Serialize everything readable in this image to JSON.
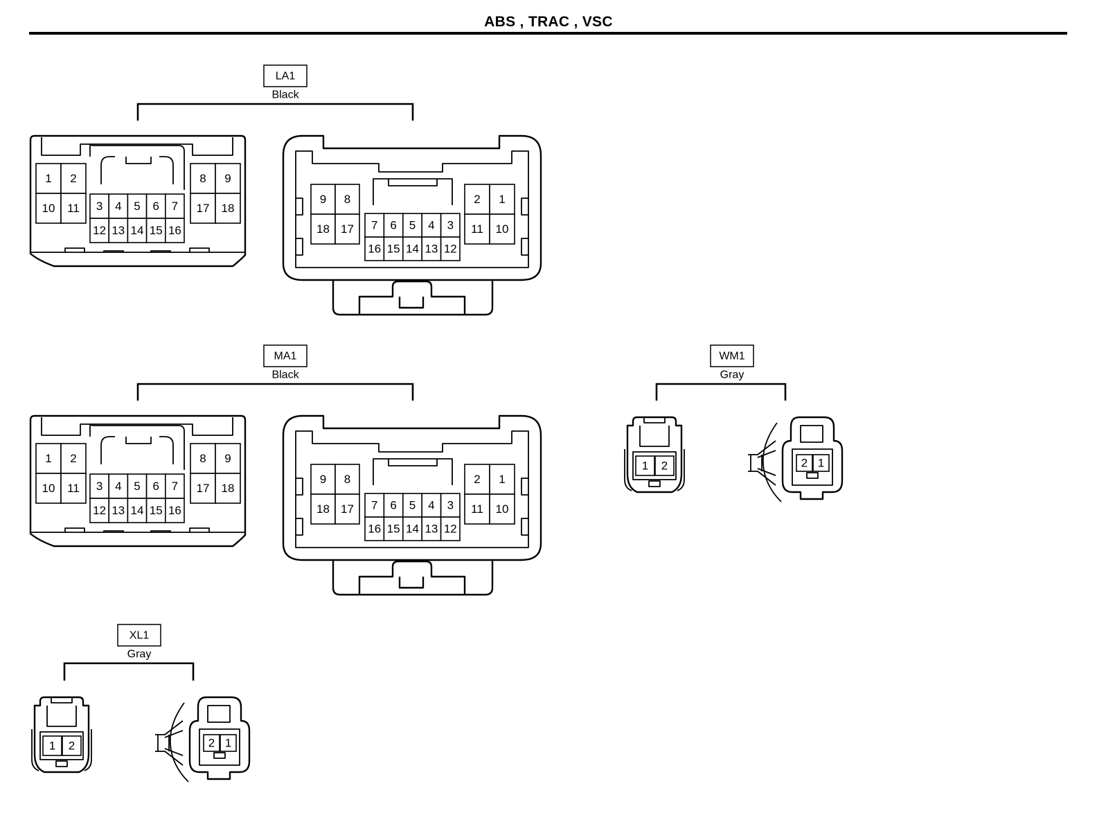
{
  "title": "ABS , TRAC , VSC",
  "connectors": [
    {
      "id": "LA1",
      "color": "Black",
      "type": "18-pin",
      "left_view": {
        "left_grid": [
          [
            "1",
            "2"
          ],
          [
            "10",
            "11"
          ]
        ],
        "mid_grid": [
          [
            "3",
            "4",
            "5",
            "6",
            "7"
          ],
          [
            "12",
            "13",
            "14",
            "15",
            "16"
          ]
        ],
        "right_grid": [
          [
            "8",
            "9"
          ],
          [
            "17",
            "18"
          ]
        ]
      },
      "right_view": {
        "left_grid": [
          [
            "9",
            "8"
          ],
          [
            "18",
            "17"
          ]
        ],
        "mid_grid": [
          [
            "7",
            "6",
            "5",
            "4",
            "3"
          ],
          [
            "16",
            "15",
            "14",
            "13",
            "12"
          ]
        ],
        "right_grid": [
          [
            "2",
            "1"
          ],
          [
            "11",
            "10"
          ]
        ]
      }
    },
    {
      "id": "MA1",
      "color": "Black",
      "type": "18-pin",
      "left_view": {
        "left_grid": [
          [
            "1",
            "2"
          ],
          [
            "10",
            "11"
          ]
        ],
        "mid_grid": [
          [
            "3",
            "4",
            "5",
            "6",
            "7"
          ],
          [
            "12",
            "13",
            "14",
            "15",
            "16"
          ]
        ],
        "right_grid": [
          [
            "8",
            "9"
          ],
          [
            "17",
            "18"
          ]
        ]
      },
      "right_view": {
        "left_grid": [
          [
            "9",
            "8"
          ],
          [
            "18",
            "17"
          ]
        ],
        "mid_grid": [
          [
            "7",
            "6",
            "5",
            "4",
            "3"
          ],
          [
            "16",
            "15",
            "14",
            "13",
            "12"
          ]
        ],
        "right_grid": [
          [
            "2",
            "1"
          ],
          [
            "11",
            "10"
          ]
        ]
      }
    },
    {
      "id": "WM1",
      "color": "Gray",
      "type": "2-pin",
      "left_view": {
        "pins": [
          "1",
          "2"
        ]
      },
      "right_view": {
        "pins": [
          "2",
          "1"
        ]
      }
    },
    {
      "id": "XL1",
      "color": "Gray",
      "type": "2-pin",
      "left_view": {
        "pins": [
          "1",
          "2"
        ]
      },
      "right_view": {
        "pins": [
          "2",
          "1"
        ]
      }
    }
  ]
}
